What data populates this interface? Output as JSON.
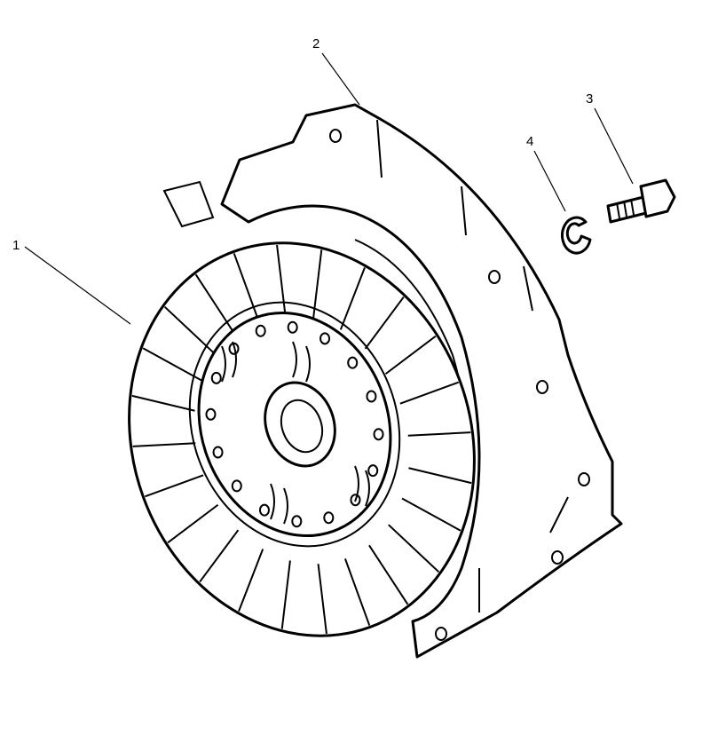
{
  "callouts": [
    {
      "number": "1",
      "part": "clutch-disc"
    },
    {
      "number": "2",
      "part": "pressure-plate"
    },
    {
      "number": "3",
      "part": "bolt"
    },
    {
      "number": "4",
      "part": "lock-washer"
    }
  ]
}
